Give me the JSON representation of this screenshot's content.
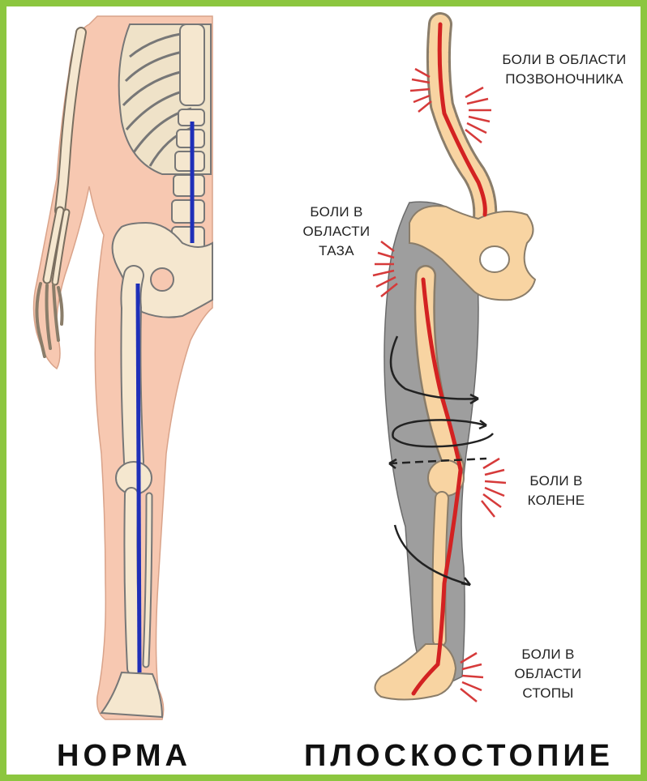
{
  "captions": {
    "normal": "НОРМА",
    "flatfoot": "ПЛОСКОСТОПИЕ"
  },
  "pain_labels": {
    "spine": "БОЛИ В ОБЛАСТИ\nПОЗВОНОЧНИКА",
    "pelvis": "БОЛИ В\nОБЛАСТИ\nТАЗА",
    "knee": "БОЛИ В\nКОЛЕНЕ",
    "foot": "БОЛИ В\nОБЛАСТИ\nСТОПЫ"
  },
  "colors": {
    "frame": "#8cc63f",
    "skin": "#f7c8b1",
    "bone": "#f5e7cf",
    "flatfoot_bone": "#f8d4a2",
    "leg_shadow": "#9e9e9e",
    "normal_axis": "#1f2fb8",
    "flatfoot_axis": "#d32222",
    "pain_marks": "#d63a3a"
  }
}
